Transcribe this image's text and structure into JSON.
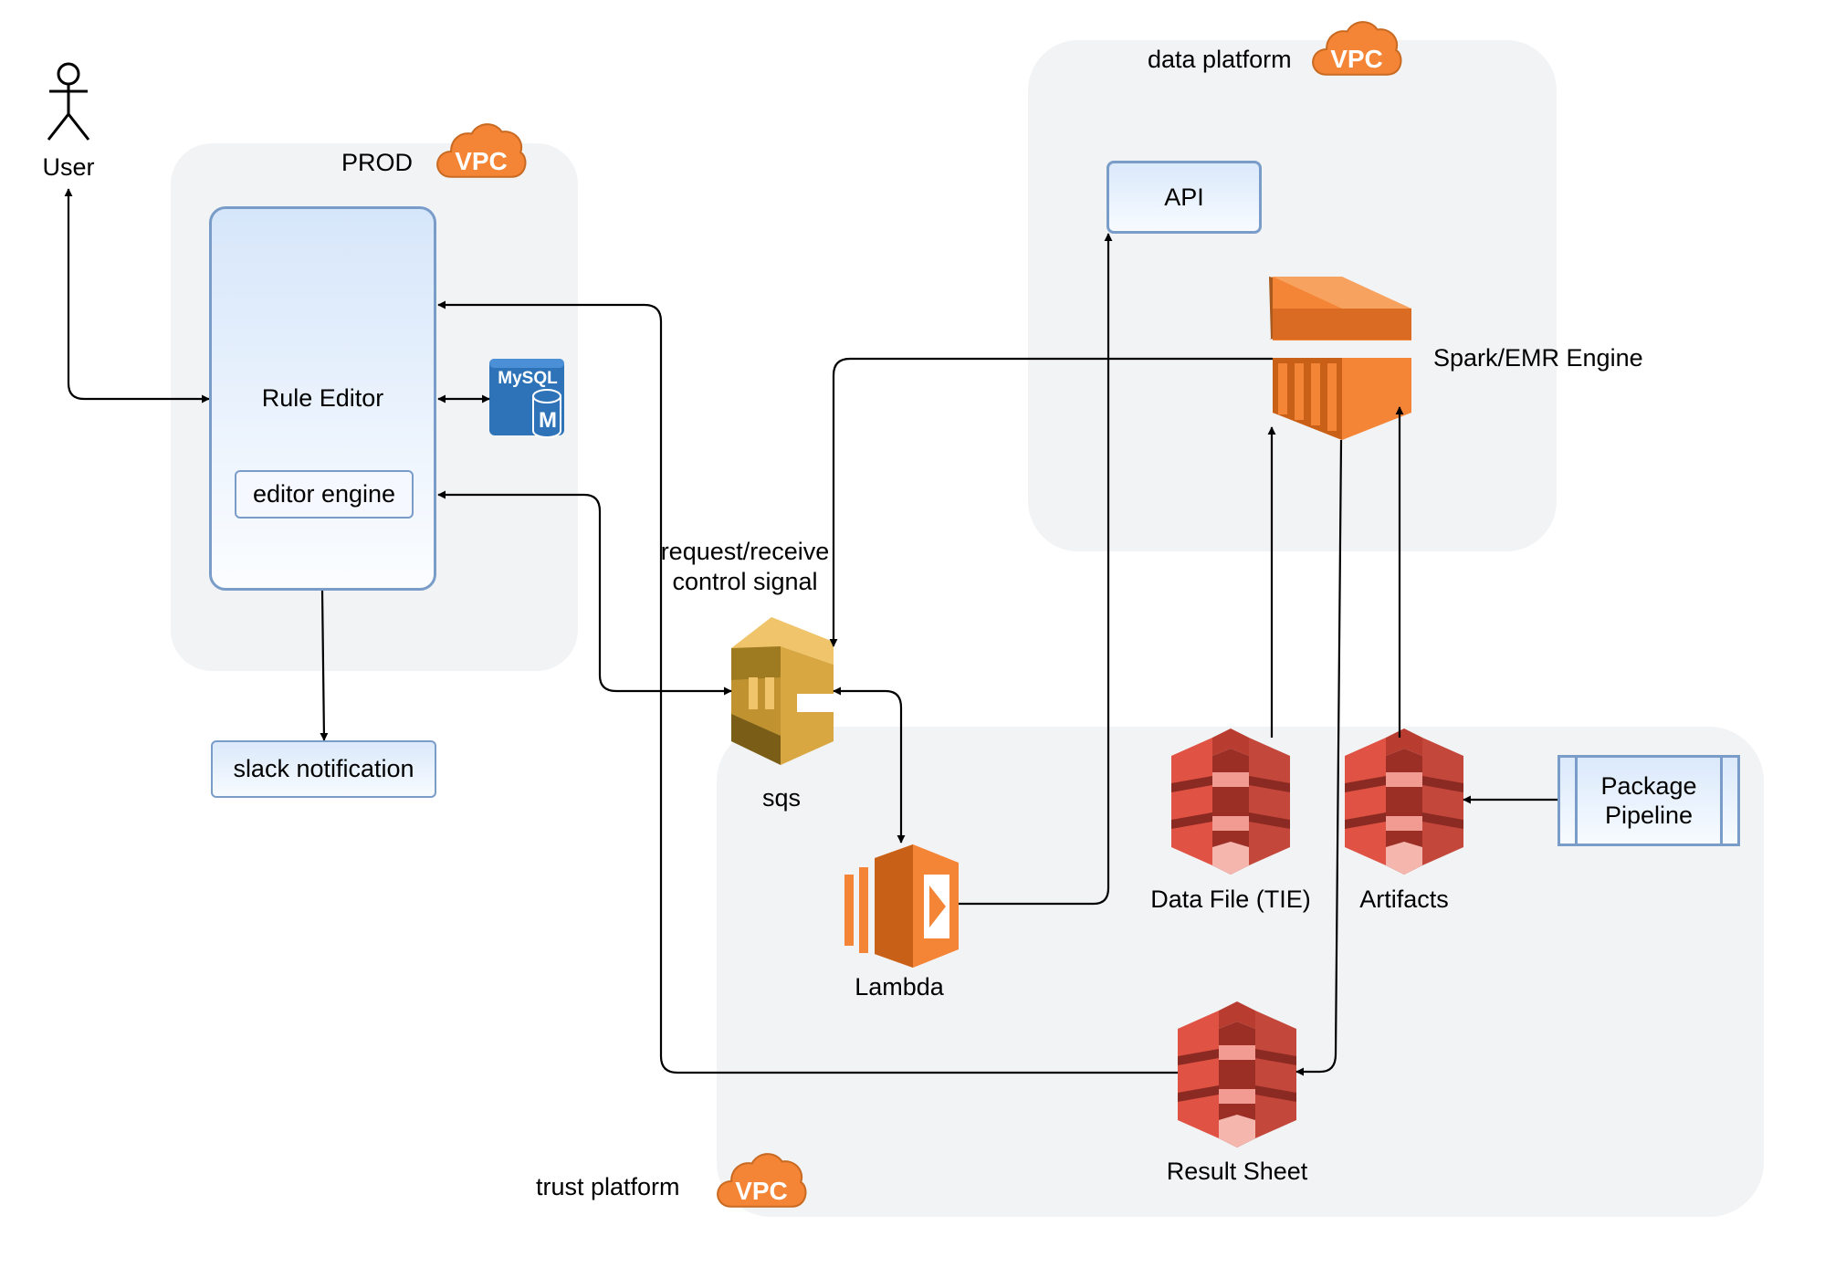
{
  "actors": {
    "user": {
      "label": "User"
    }
  },
  "regions": {
    "prod": {
      "label": "PROD",
      "vpc_label": "VPC"
    },
    "data_platform": {
      "label": "data platform",
      "vpc_label": "VPC"
    },
    "trust_platform": {
      "label": "trust platform",
      "vpc_label": "VPC"
    }
  },
  "components": {
    "rule_editor": "Rule Editor",
    "editor_engine": "editor engine",
    "mysql": {
      "top": "MySQL",
      "letter": "M"
    },
    "slack_notification": "slack notification",
    "api": "API",
    "spark_emr": "Spark/EMR Engine",
    "sqs": "sqs",
    "lambda": "Lambda",
    "data_file": "Data File (TIE)",
    "artifacts": "Artifacts",
    "package_pipeline": {
      "line1": "Package",
      "line2": "Pipeline"
    },
    "result_sheet": "Result Sheet"
  },
  "edge_labels": {
    "sqs_signal_line1": "request/receive",
    "sqs_signal_line2": "control signal"
  },
  "colors": {
    "region_bg": "#f2f3f5",
    "vpc_orange": "#f58536",
    "box_border": "#7a9cc8",
    "s3_red": "#e05243",
    "emr_orange": "#f58536",
    "sqs_gold": "#d9a741",
    "mysql_blue": "#2e73b8"
  }
}
